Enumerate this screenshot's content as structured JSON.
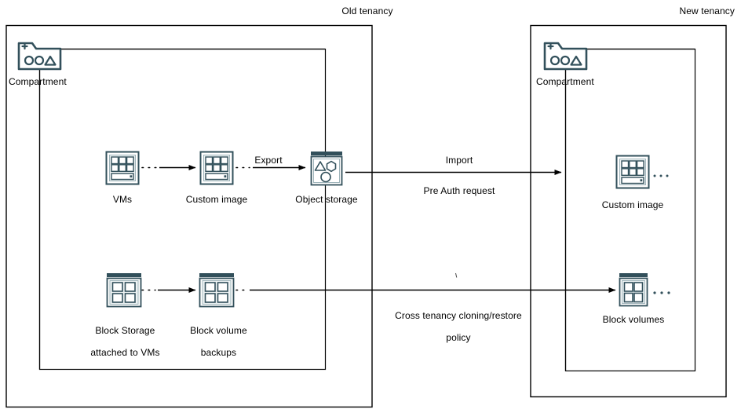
{
  "diagram": {
    "title": "OCI cross-tenancy migration diagram",
    "background": "#ffffff",
    "icon_color": "#32505b",
    "line_color": "#000000",
    "arrow_color": "#000000"
  },
  "tenancies": [
    {
      "id": "old",
      "label": "Old tenancy"
    },
    {
      "id": "new",
      "label": "New tenancy"
    }
  ],
  "compartments": [
    {
      "id": "old-compartment",
      "label": "Compartment",
      "icon": "compartment-folder-icon"
    },
    {
      "id": "new-compartment",
      "label": "Compartment",
      "icon": "compartment-folder-icon"
    }
  ],
  "nodes": [
    {
      "id": "vms",
      "label": "VMs",
      "icon": "vm-grid-icon",
      "tenancy": "old"
    },
    {
      "id": "custom-image-old",
      "label": "Custom image",
      "icon": "vm-grid-icon",
      "tenancy": "old"
    },
    {
      "id": "object-storage",
      "label": "Object storage",
      "icon": "object-storage-icon",
      "tenancy": "old"
    },
    {
      "id": "block-storage",
      "label": "Block Storage\nattached to VMs",
      "line1": "Block Storage",
      "line2": "attached to VMs",
      "icon": "block-storage-icon",
      "tenancy": "old"
    },
    {
      "id": "block-volume-backups",
      "label": "Block volume\nbackups",
      "line1": "Block volume",
      "line2": "backups",
      "icon": "block-storage-icon",
      "tenancy": "old"
    },
    {
      "id": "custom-image-new",
      "label": "Custom image",
      "icon": "vm-grid-icon",
      "tenancy": "new"
    },
    {
      "id": "block-volumes-new",
      "label": "Block volumes",
      "icon": "block-storage-icon",
      "tenancy": "new"
    }
  ],
  "edge_labels": {
    "export": "Export",
    "import": "Import",
    "pre_auth_request": "Pre Auth request",
    "cross_tenancy_policy_line1": "Cross tenancy cloning/restore",
    "cross_tenancy_policy_line2": "policy"
  }
}
